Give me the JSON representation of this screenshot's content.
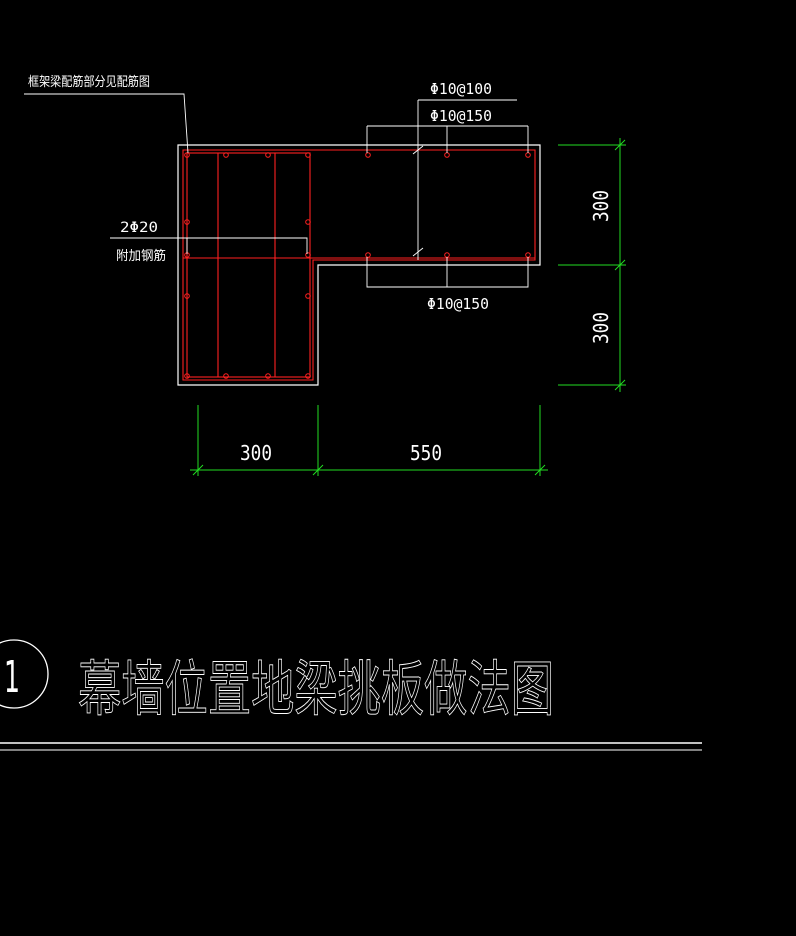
{
  "colors": {
    "background": "#000000",
    "outline": "#ffffff",
    "rebar": "#ff2020",
    "dimension": "#22dd22",
    "leader": "#ffffff"
  },
  "annotations": {
    "frame_beam_note": "框架梁配筋部分见配筋图",
    "top_rebar_a": "Φ10@100",
    "top_rebar_b": "Φ10@150",
    "bottom_rebar": "Φ10@150",
    "extra_bar_spec": "2Φ20",
    "extra_bar_name": "附加钢筋"
  },
  "dimensions": {
    "width_left": "300",
    "width_right": "550",
    "height_top": "300",
    "height_bottom": "300"
  },
  "title": {
    "number": "1",
    "text": "幕墙位置地梁挑板做法图"
  }
}
